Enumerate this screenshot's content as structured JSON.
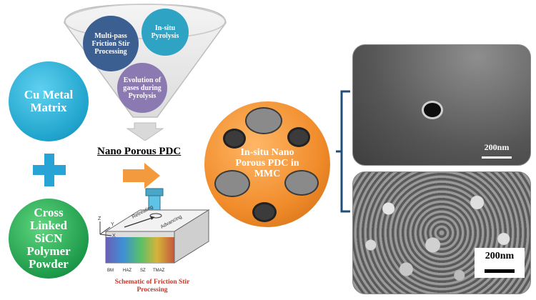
{
  "funnel": {
    "step1": "Multi-pass Friction Stir Processing",
    "step2": "In-situ Pyrolysis",
    "step3": "Evolution of gases during Pyrolysis"
  },
  "inputs": {
    "matrix": "Cu Metal Matrix",
    "plus": "+",
    "polymer": "Cross Linked SiCN Polymer Powder"
  },
  "process": {
    "pdc_label": "Nano Porous PDC",
    "schematic_caption": "Schematic of Friction Stir Processing",
    "retreating": "Retreating",
    "advancing": "Advancing",
    "zones": [
      "BM",
      "HAZ",
      "SZ",
      "TMAZ"
    ],
    "axes": [
      "Z",
      "Y",
      "X"
    ]
  },
  "result": {
    "label": "In-situ Nano Porous PDC in MMC"
  },
  "sem": {
    "top_scale": "200nm",
    "bottom_scale": "200nm"
  },
  "colors": {
    "funnel_circle_1": "#3c5f92",
    "funnel_circle_2": "#2ea3c4",
    "funnel_circle_3": "#8b79b2",
    "matrix_circle": "#1fa3cc",
    "polymer_circle": "#1d9a4a",
    "plus": "#27a3d6",
    "result_disc": "#f08b2a",
    "arrow_orange": "#f39a3f"
  }
}
